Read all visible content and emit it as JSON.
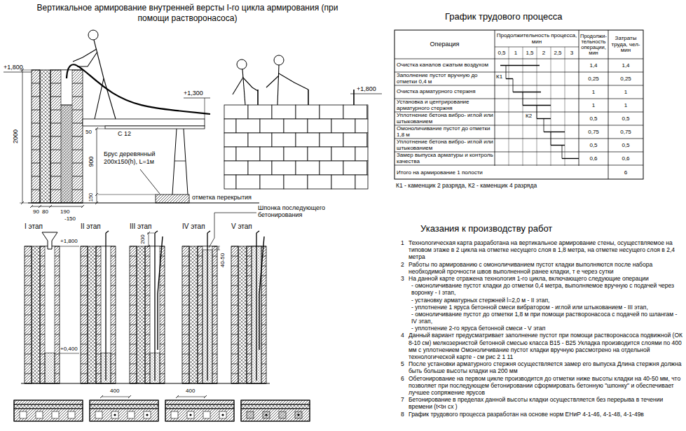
{
  "diagram": {
    "title": "Вертикальное армирование внутренней версты I-го цикла армирования (при помощи растворонасоса)",
    "labels": [
      "+1,800",
      "2000",
      "90",
      "80",
      "190",
      "-150",
      "50",
      "С 12",
      "+1,300",
      "Брус деревянный 200x150(h), L=1м",
      "900",
      "150",
      "отметка перекрытия",
      "+1,800",
      "I этап",
      "II этап",
      "III этап",
      "IV этап",
      "V этап",
      "Шпонка последующего бетонирования",
      "+1,800",
      "200",
      "40-50",
      "+0,400",
      "400",
      "400",
      "График трудового процесса",
      "Операция",
      "Продолжительность процесса, мин",
      "0,5",
      "1",
      "1,5",
      "2",
      "2,5",
      "3",
      "Продолжи- тельность операции, мин",
      "Затраты труда, чел-мин",
      "Очистка каналов сжатым воздухом",
      "1,4",
      "1,4",
      "Заполнение пустот вручную до отметки 0,4 м",
      "0,25",
      "0,25",
      "Очистка арматурного стержня",
      "1",
      "1",
      "Установка и центрирование арматурного стержня",
      "1",
      "1",
      "Уплотнение бетона вибро- иглой или штыкованием",
      "0,5",
      "0,5",
      "Омоноличивание пустот до отметки 1,8 м",
      "0,75",
      "0,75",
      "Уплотнение бетона вибро- иглой или штыкованием",
      "0,5",
      "0,5",
      "Замер выпуска арматуры и контроль качества",
      "0,6",
      "0,6",
      "Итого на армирование 1 полости",
      "6",
      "К1",
      "К2",
      "К1 - каменщик 2 разряда, К2 - каменщик 4 разряда",
      "Указания к производству работ",
      "1",
      "Технологическая карта разработана на вертикальное армирование стены, осуществляемое на типовом этаже в 2 цикла на отметке несущего слоя в 1,8 метра, на отметке несущего слоя в 2,4 метра",
      "2",
      "Работы по армированию с омоноличиванием пустот кладки выполняются после набора необходимой прочности швов выполненной ранее кладки, т е через сутки",
      "3",
      "На данной карте отражена технология 1-го цикла, включающего следующие операции",
      "- омоноличивание пустот кладки до отметки 0,4 метра, выполняемое вручную с подачей через воронку - I этап,",
      "- установку арматурных стержней l=2,0 м - II этап,",
      "- уплотнение 1 яруса бетонной смеси вибратором - иглой или штыкованием - III этап,",
      "- омоноличивание пустот до отметки 1,8 м при помощи растворонасоса с подачей по шлангам - IV этап,",
      "- уплотнение 2-го яруса бетонной смеси - V этап",
      "4",
      "Данный вариант предусматривает заполнение пустот при помощи растворонасоса подвижной (ОК 8-10 см) мелкозернистой бетонной смесью класса В15 - В25 Укладка производится слоями по 400 мм с уплотнением Омоноличивание пустот кладки вручную рассмотрено на отдельной технологической карте - см рис 2 1 11",
      "5",
      "После установки арматурного стержня осуществляется замер его выпуска Длина стержня должна быть больше высоты кладки на 200 мм",
      "6",
      "Обетонирование на первом цикле производится до отметки ниже высоты кладки на 40-50 мм, что позволяет при последующем бетонировании сформировать бетонную \"шпонку\" и обеспечивает лучшее сопряжение ярусов",
      "7",
      "Бетонирование в пределах данной высоты кладки осуществляется без перерыва в течении времени (t<tн сх )",
      "8",
      "График трудового процесса разработан на основе норм ЕНиР 4-1-46, 4-1-48, 4-1-49в"
    ]
  }
}
